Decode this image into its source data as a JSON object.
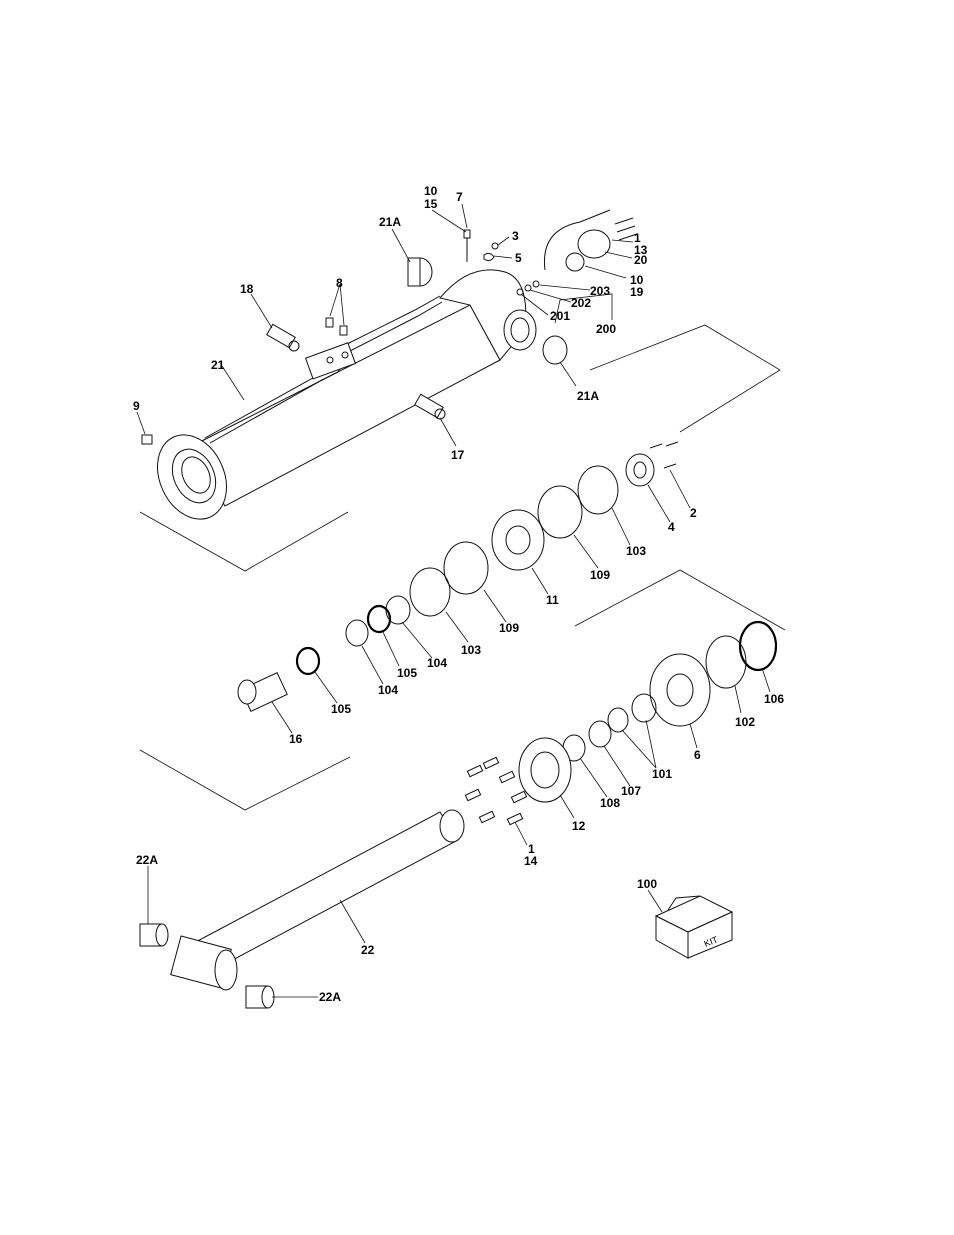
{
  "diagram": {
    "callouts": [
      {
        "id": "c10a",
        "text": "10"
      },
      {
        "id": "c15",
        "text": "15"
      },
      {
        "id": "c7",
        "text": "7"
      },
      {
        "id": "c21a_top",
        "text": "21A"
      },
      {
        "id": "c3",
        "text": "3"
      },
      {
        "id": "c5",
        "text": "5"
      },
      {
        "id": "c1a",
        "text": "1"
      },
      {
        "id": "c13",
        "text": "13"
      },
      {
        "id": "c20",
        "text": "20"
      },
      {
        "id": "c10b",
        "text": "10"
      },
      {
        "id": "c19",
        "text": "19"
      },
      {
        "id": "c203",
        "text": "203"
      },
      {
        "id": "c202",
        "text": "202"
      },
      {
        "id": "c201",
        "text": "201"
      },
      {
        "id": "c200",
        "text": "200"
      },
      {
        "id": "c8",
        "text": "8"
      },
      {
        "id": "c18",
        "text": "18"
      },
      {
        "id": "c21",
        "text": "21"
      },
      {
        "id": "c21a_mid",
        "text": "21A"
      },
      {
        "id": "c9",
        "text": "9"
      },
      {
        "id": "c17",
        "text": "17"
      },
      {
        "id": "c2",
        "text": "2"
      },
      {
        "id": "c4",
        "text": "4"
      },
      {
        "id": "c103a",
        "text": "103"
      },
      {
        "id": "c109a",
        "text": "109"
      },
      {
        "id": "c11",
        "text": "11"
      },
      {
        "id": "c109b",
        "text": "109"
      },
      {
        "id": "c103b",
        "text": "103"
      },
      {
        "id": "c104a",
        "text": "104"
      },
      {
        "id": "c105a",
        "text": "105"
      },
      {
        "id": "c104b",
        "text": "104"
      },
      {
        "id": "c105b",
        "text": "105"
      },
      {
        "id": "c16",
        "text": "16"
      },
      {
        "id": "c106",
        "text": "106"
      },
      {
        "id": "c102",
        "text": "102"
      },
      {
        "id": "c6",
        "text": "6"
      },
      {
        "id": "c101",
        "text": "101"
      },
      {
        "id": "c107",
        "text": "107"
      },
      {
        "id": "c108",
        "text": "108"
      },
      {
        "id": "c12",
        "text": "12"
      },
      {
        "id": "c1b",
        "text": "1"
      },
      {
        "id": "c14",
        "text": "14"
      },
      {
        "id": "c100",
        "text": "100"
      },
      {
        "id": "c22a_top",
        "text": "22A"
      },
      {
        "id": "c22",
        "text": "22"
      },
      {
        "id": "c22a_bot",
        "text": "22A"
      }
    ],
    "kit_label": "KIT"
  }
}
